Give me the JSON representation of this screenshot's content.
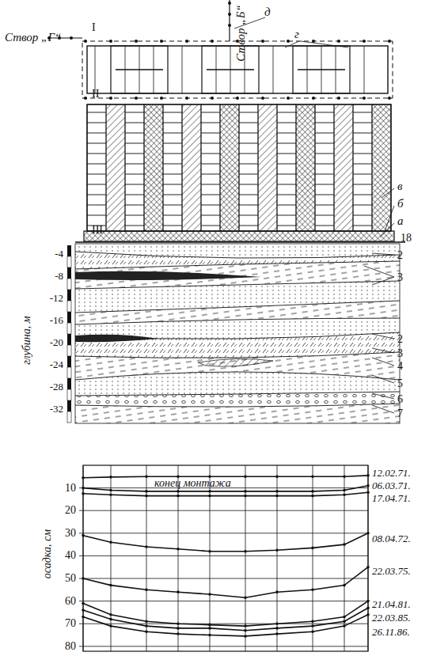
{
  "diagram": {
    "labels": [
      "Створ „Г“",
      "I",
      "Створ „Б“",
      "д",
      "г",
      "II",
      "в",
      "б",
      "а",
      "III",
      "18",
      "-4",
      "-8",
      "-12",
      "-16",
      "-20",
      "-24",
      "-28",
      "-32",
      "глубина, м",
      "2",
      "3",
      "2",
      "3",
      "4",
      "5",
      "6",
      "7",
      "10",
      "20",
      "30",
      "40",
      "50",
      "60",
      "70",
      "80",
      "осадка, см",
      "конец монтажа",
      "12.02.71.",
      "06.03.71.",
      "17.04.71.",
      "08.04.72.",
      "22.03.75.",
      "21.04.81.",
      "22.03.85.",
      "26.11.86."
    ]
  }
}
